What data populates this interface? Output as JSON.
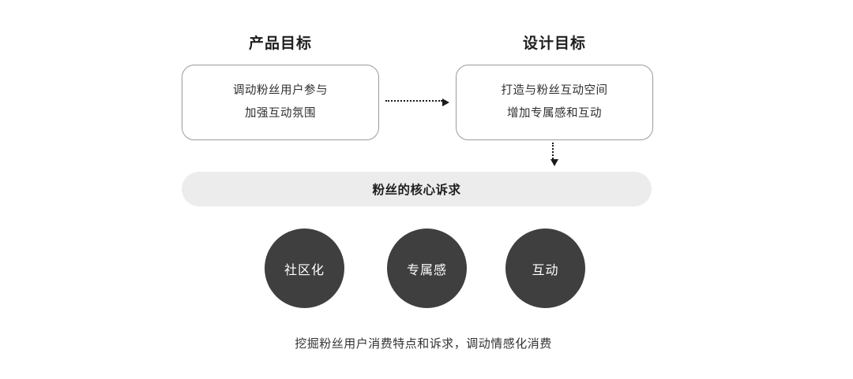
{
  "headings": {
    "product": "产品目标",
    "design": "设计目标"
  },
  "boxes": {
    "product": {
      "lines": [
        "调动粉丝用户参与",
        "加强互动氛围"
      ]
    },
    "design": {
      "lines": [
        "打造与粉丝互动空间",
        "增加专属感和互动"
      ]
    }
  },
  "core_bar": {
    "label": "粉丝的核心诉求"
  },
  "circles": [
    {
      "label": "社区化"
    },
    {
      "label": "专属感"
    },
    {
      "label": "互动"
    }
  ],
  "caption": "挖掘粉丝用户消费特点和诉求，调动情感化消费",
  "colors": {
    "circle_bg": "#3f3f3f",
    "bar_bg": "#ececec",
    "box_border": "#9b9b9b",
    "arrow": "#1a1a1a"
  }
}
